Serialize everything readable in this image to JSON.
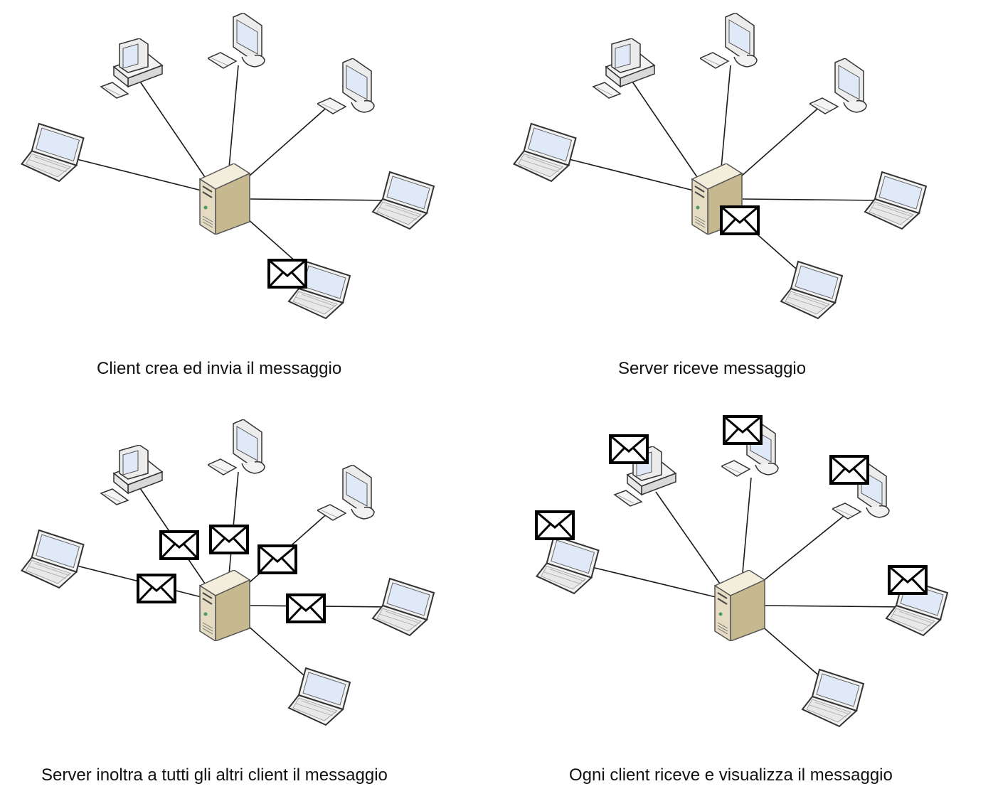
{
  "panels": [
    {
      "caption": "Client crea ed invia il messaggio"
    },
    {
      "caption": "Server riceve messaggio"
    },
    {
      "caption": "Server inoltra a tutti gli altri client il messaggio"
    },
    {
      "caption": "Ogni client riceve e visualizza il messaggio"
    }
  ],
  "colors": {
    "line": "#1a1a1a",
    "server_body": "#e6dcc3",
    "screen": "#dfe9f7",
    "device_body": "#f2f2f2",
    "envelope": "#000000"
  },
  "icons": [
    "server-icon",
    "desktop-computer-icon",
    "monitor-icon",
    "laptop-icon",
    "envelope-icon"
  ]
}
